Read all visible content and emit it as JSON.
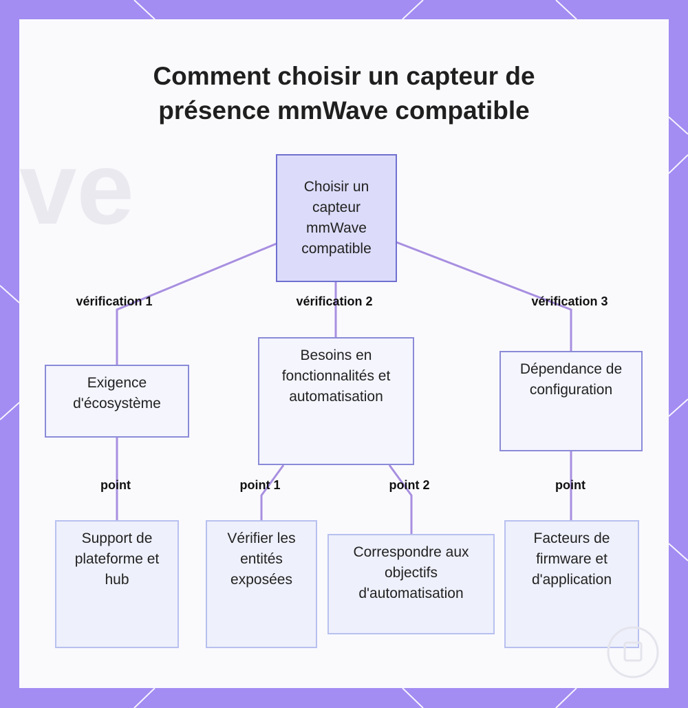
{
  "diagram": {
    "title_line1": "Comment choisir un capteur de",
    "title_line2": "présence mmWave compatible",
    "root": "Choisir un capteur mmWave compatible",
    "edges": {
      "v1": "vérification 1",
      "v2": "vérification 2",
      "v3": "vérification 3",
      "p_a": "point",
      "p_b1": "point 1",
      "p_b2": "point 2",
      "p_c": "point"
    },
    "level2": {
      "a": "Exigence d'écosystème",
      "b": "Besoins en fonctionnalités et automatisation",
      "c": "Dépendance de configuration"
    },
    "level3": {
      "a": "Support de plateforme et hub",
      "b1": "Vérifier les entités exposées",
      "b2": "Correspondre aux objectifs d'automatisation",
      "c": "Facteurs de firmware et d'application"
    }
  }
}
